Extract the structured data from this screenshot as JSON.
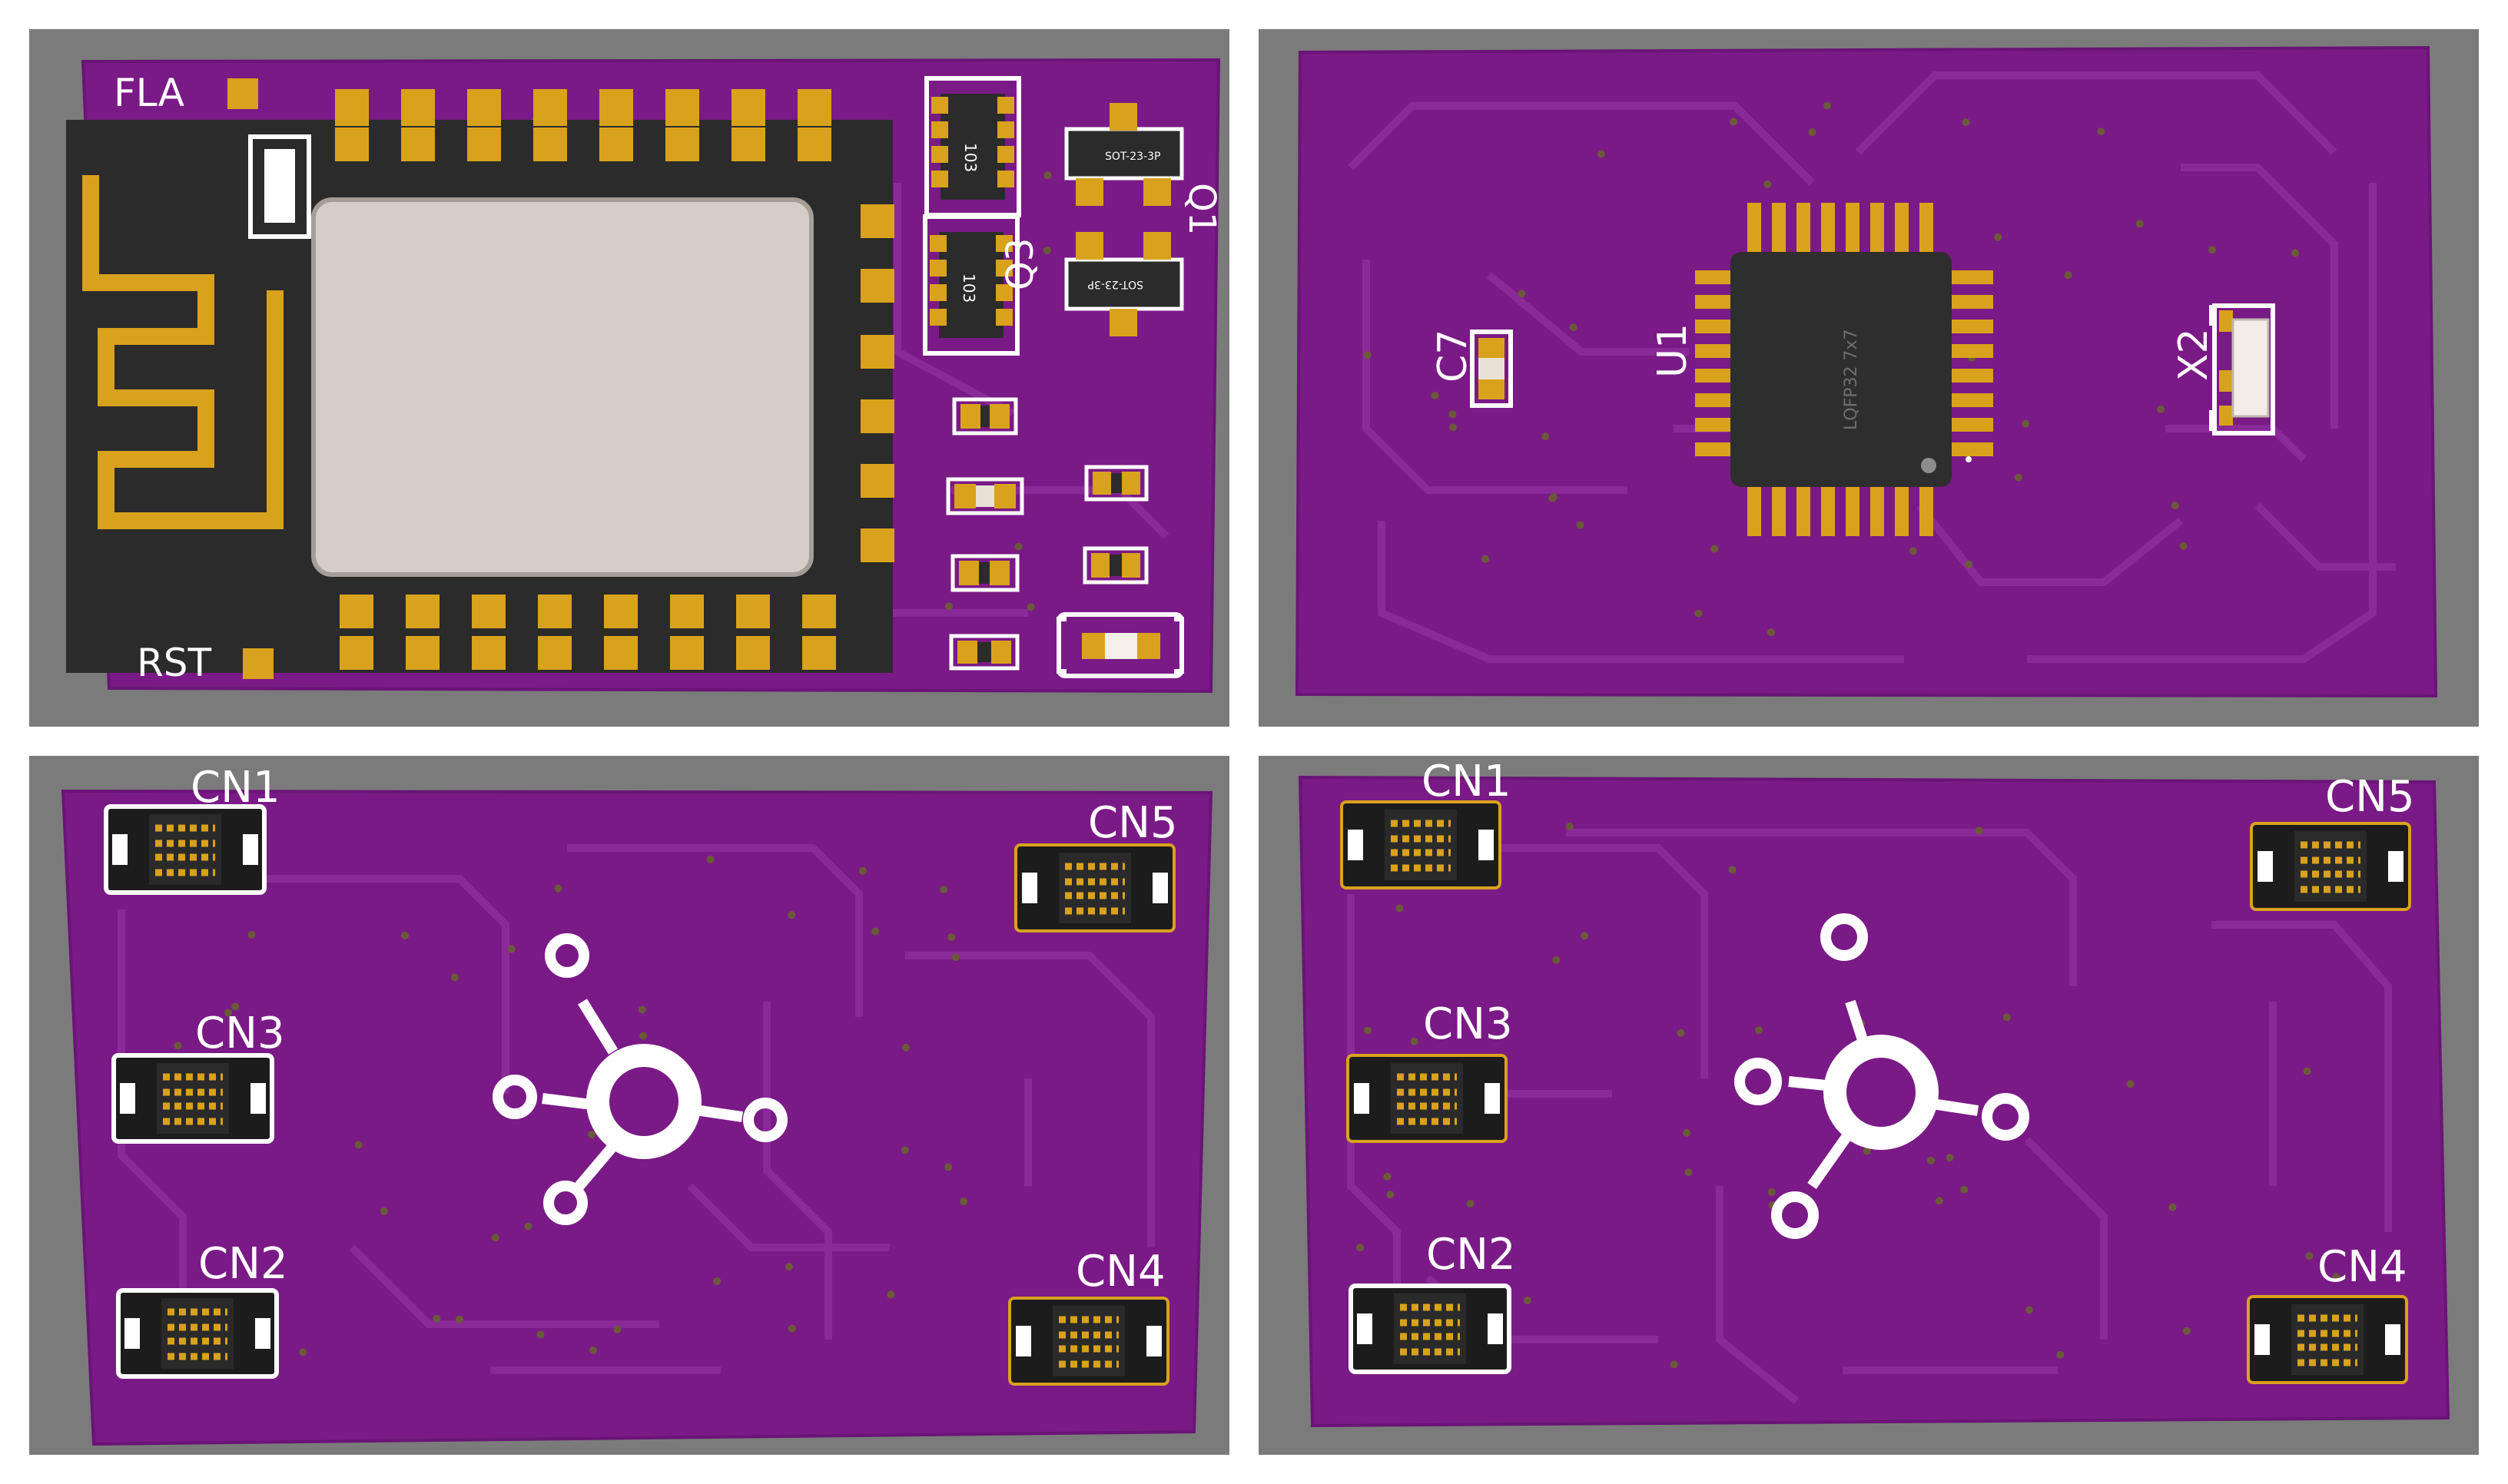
{
  "colors": {
    "background_gray": "#7b7b7b",
    "board_purple": "#7a1a86",
    "board_edge": "#6a1477",
    "trace_purple": "#8a2a98",
    "silk_white": "#ffffff",
    "pad_gold": "#d9a21c",
    "module_black": "#2b2b2b",
    "shield_gray": "#d4cec6"
  },
  "panels": [
    {
      "id": "top-left",
      "view": "esp-module-side",
      "labels": {
        "fla": "FLA",
        "rst": "RST",
        "q3": "Q3",
        "q1": "Q1",
        "res1": "103",
        "res2": "103",
        "sot1": "SOT-23-3P",
        "sot2": "SOT-23-3P"
      }
    },
    {
      "id": "top-right",
      "view": "mcu-side",
      "labels": {
        "c7": "C7",
        "u1": "U1",
        "x2": "X2",
        "chip": "LQFP32  7x7"
      }
    },
    {
      "id": "bottom-left",
      "view": "connector-side-a",
      "labels": {
        "cn1": "CN1",
        "cn3": "CN3",
        "cn2": "CN2",
        "cn5": "CN5",
        "cn4": "CN4"
      }
    },
    {
      "id": "bottom-right",
      "view": "connector-side-b",
      "labels": {
        "cn1": "CN1",
        "cn3": "CN3",
        "cn2": "CN2",
        "cn5": "CN5",
        "cn4": "CN4"
      }
    }
  ]
}
